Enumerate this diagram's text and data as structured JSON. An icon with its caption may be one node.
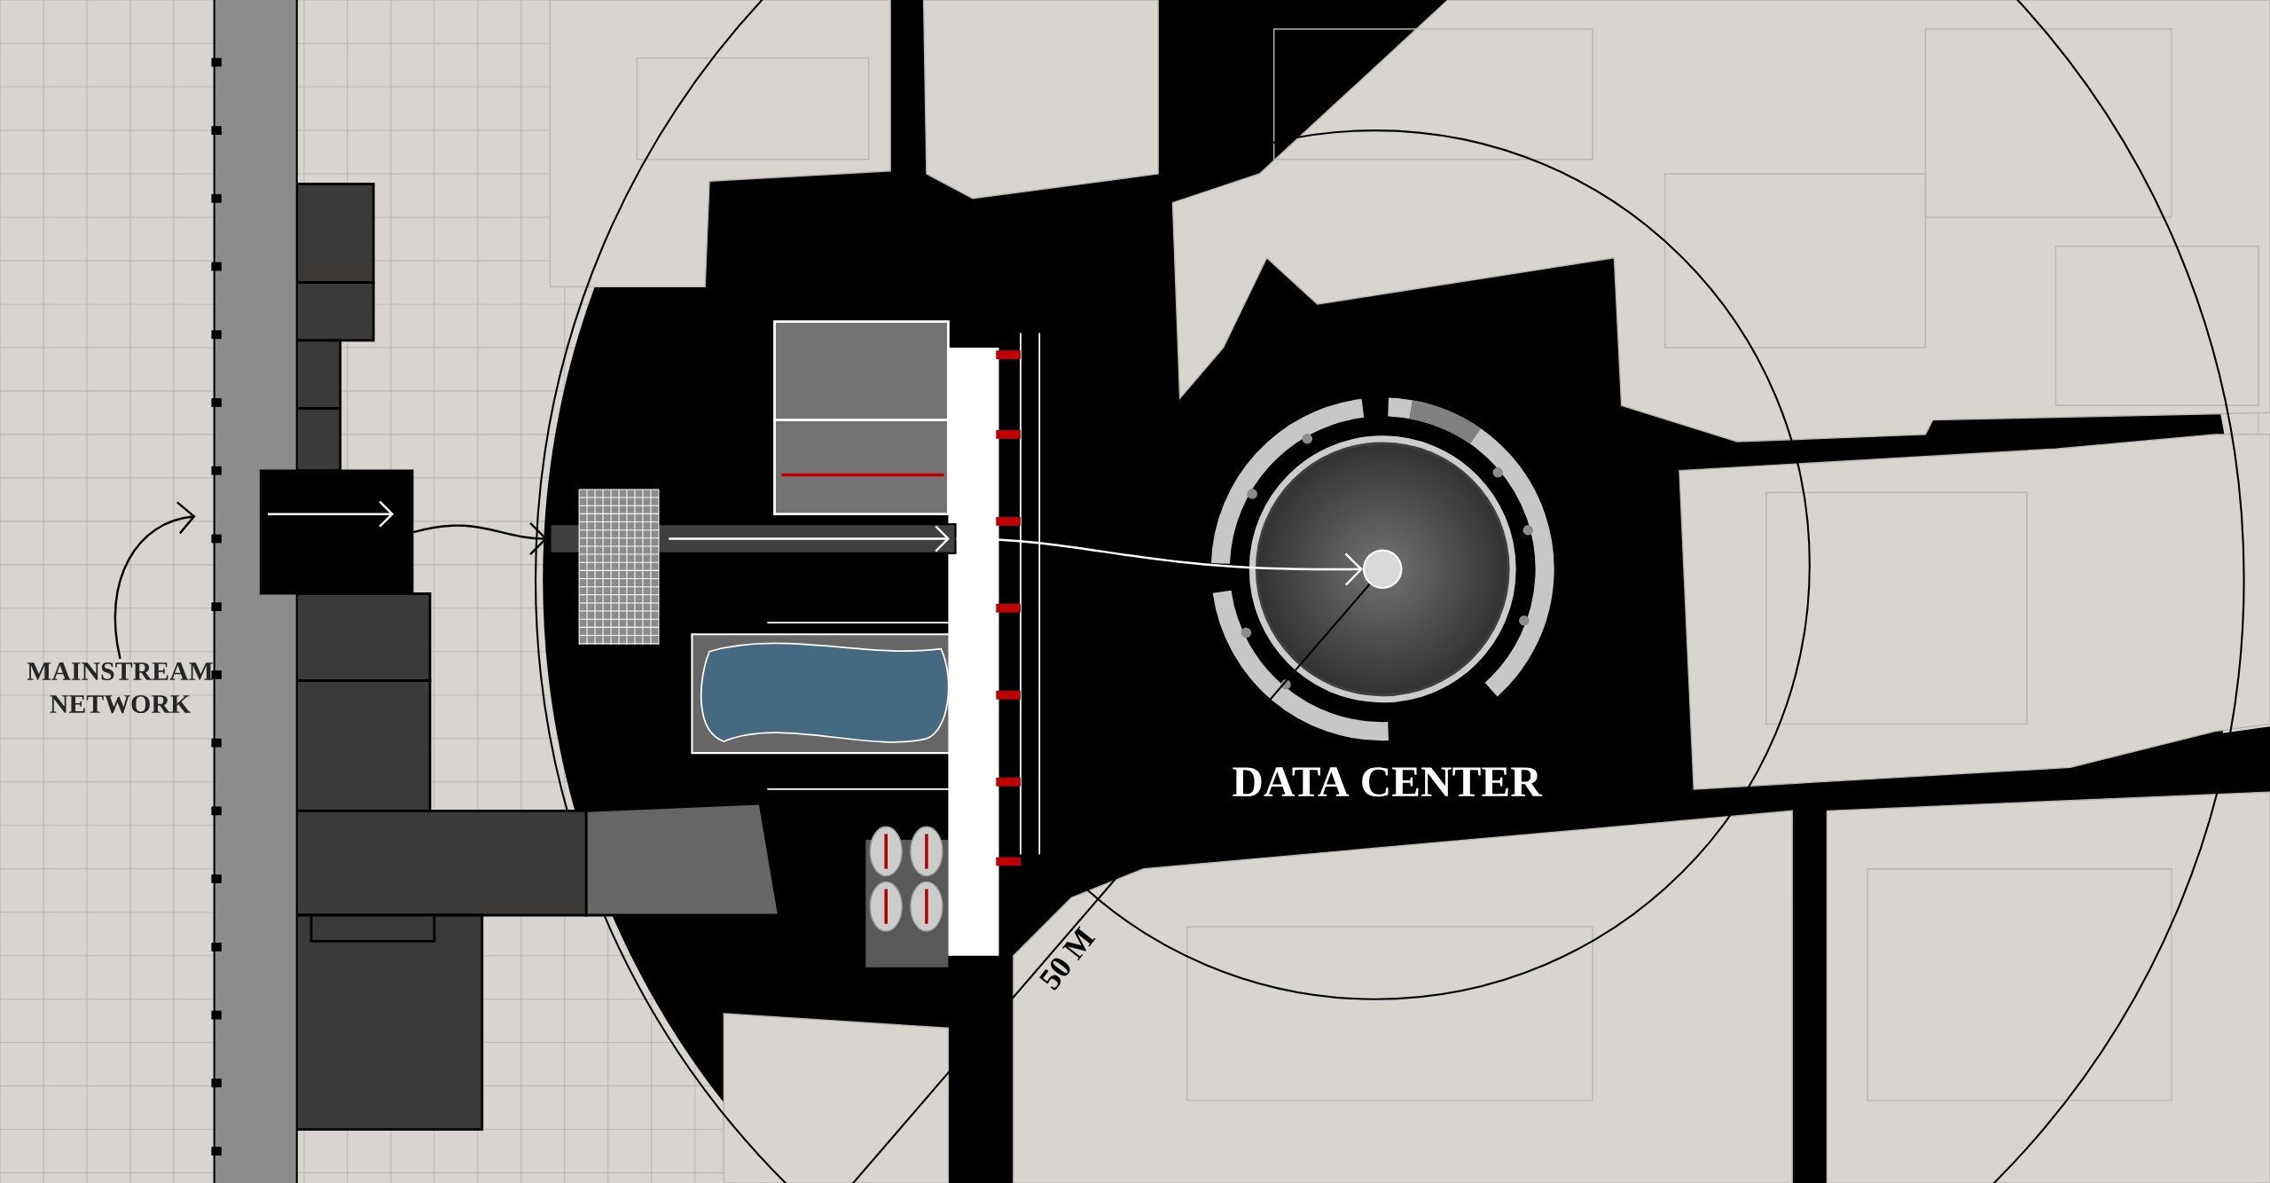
{
  "diagram": {
    "nodes": [
      {
        "text": [
          "MAINSTREAM NETWORK"
        ]
      },
      {
        "text": [],
        "shape": "bar"
      },
      {
        "text": [],
        "shape": "box"
      },
      {
        "text": [],
        "shape": "bar"
      },
      {
        "text": [],
        "shape": "circle"
      }
    ],
    "edges": [
      {
        "from": 0,
        "to": 1,
        "arrow": "to"
      },
      {
        "from": 2,
        "to": 3,
        "arrow": "to"
      },
      {
        "from": 3,
        "to": 4,
        "arrow": "to",
        "color": "#ffffff"
      }
    ],
    "labels": [
      "DATA CENTER",
      "50 M"
    ]
  }
}
